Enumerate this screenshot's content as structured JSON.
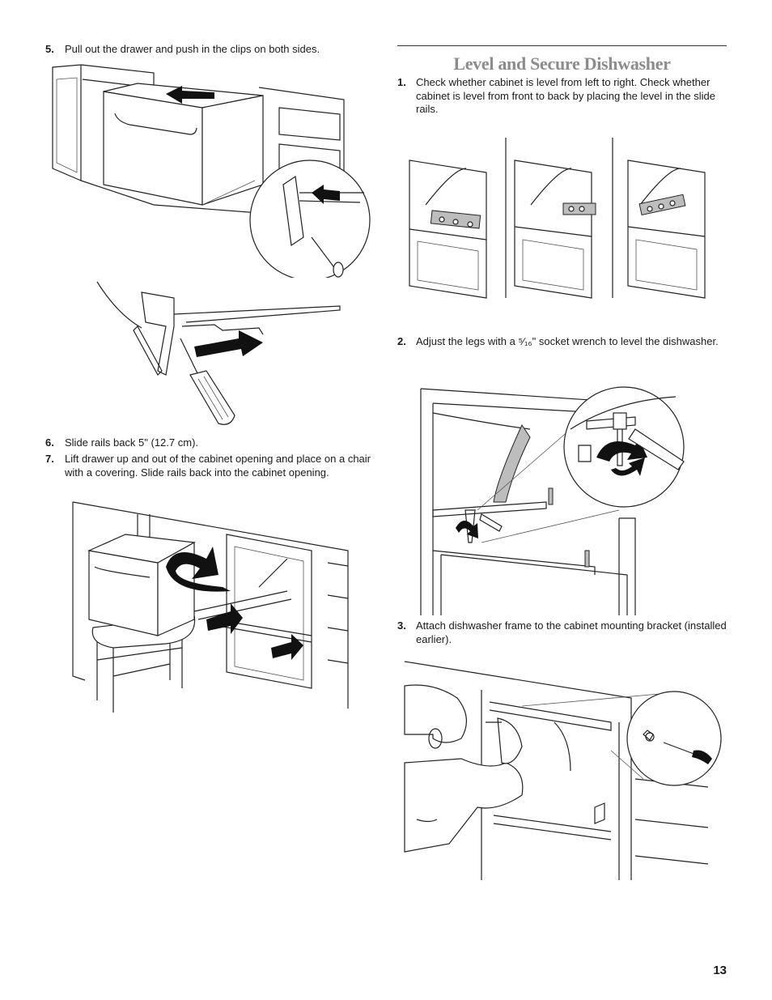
{
  "section_title": "Level and Secure Dishwasher",
  "page_number": "13",
  "left_steps": [
    {
      "num": "5.",
      "text": "Pull out the drawer and push in the clips on both sides."
    },
    {
      "num": "6.",
      "text": "Slide rails back 5\" (12.7 cm)."
    },
    {
      "num": "7.",
      "text": "Lift drawer up and out of the cabinet opening and place on a chair with a covering. Slide rails back into the cabinet opening."
    }
  ],
  "right_steps": [
    {
      "num": "1.",
      "text": "Check whether cabinet is level from left to right. Check whether cabinet is level from front to back by placing the level in the slide rails."
    },
    {
      "num": "2.",
      "text": "Adjust the legs with a ⁵⁄₁₆\" socket wrench to level the dishwasher."
    },
    {
      "num": "3.",
      "text": "Attach dishwasher frame to the cabinet mounting bracket (installed earlier)."
    }
  ]
}
